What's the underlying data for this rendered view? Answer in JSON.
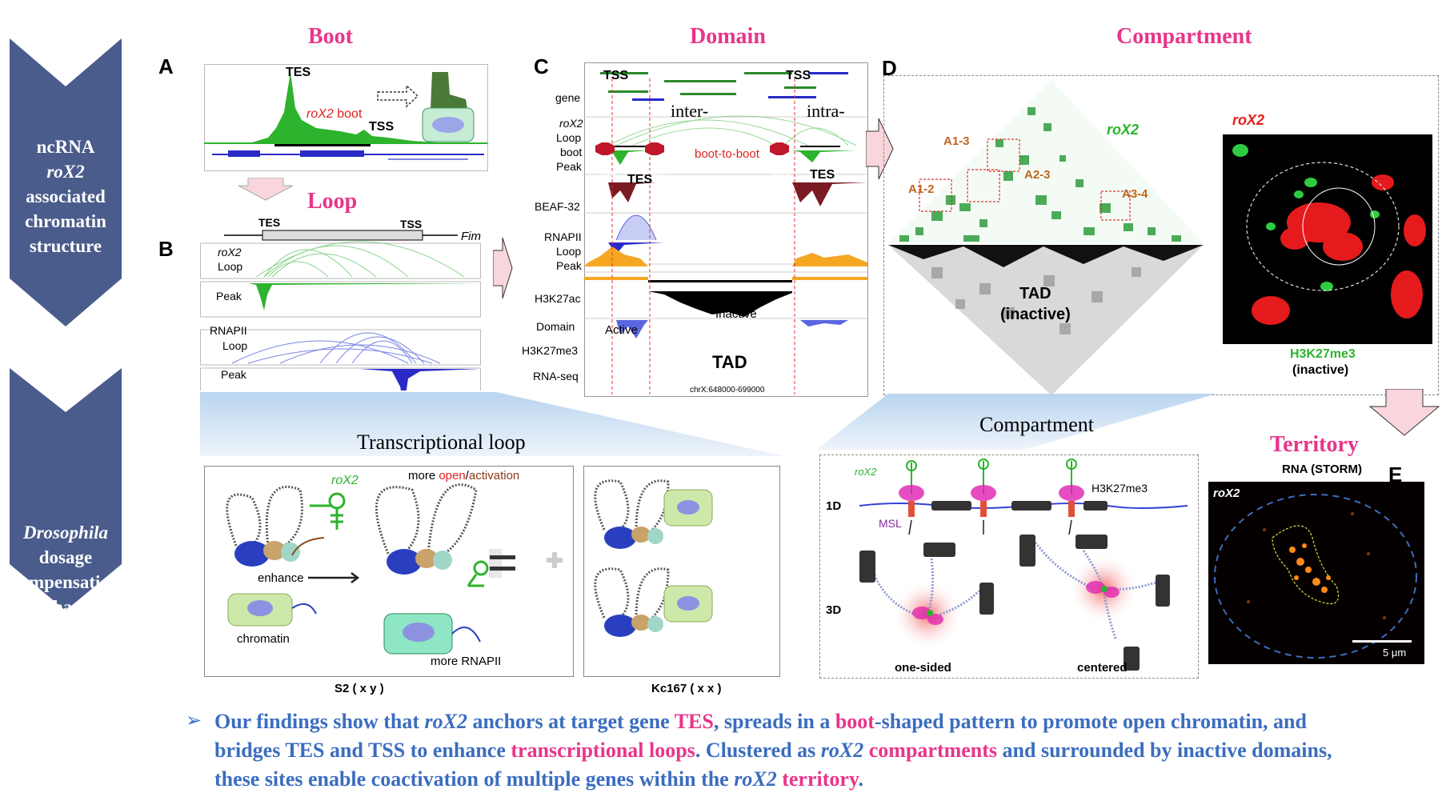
{
  "sidebar": {
    "top": [
      "ncRNA",
      "roX2",
      "associated",
      "chromatin",
      "structure"
    ],
    "bottom": [
      "Drosophila",
      "dosage",
      "compensation",
      "mechanism"
    ]
  },
  "sections": {
    "boot": "Boot",
    "domain": "Domain",
    "compartment": "Compartment",
    "loop": "Loop",
    "territory": "Territory"
  },
  "panels": {
    "a": "A",
    "b": "B",
    "c": "C",
    "d": "D",
    "e": "E"
  },
  "panelA": {
    "tes": "TES",
    "tss": "TSS",
    "rox2": "roX2",
    "boot": " boot"
  },
  "panelB": {
    "tes": "TES",
    "tss": "TSS",
    "fim": "Fim",
    "rox2": "roX2",
    "loop": "Loop",
    "peak": "Peak",
    "rnapii": "RNAPII",
    "loop2": "Loop",
    "peak2": "Peak"
  },
  "panelC": {
    "tss1": "TSS",
    "tss2": "TSS",
    "gene": "gene",
    "inter": "inter-",
    "intra": "intra-",
    "rox2": "roX2",
    "loop": "Loop",
    "boot": "boot",
    "peak": "Peak",
    "boot_to_boot": "boot-to-boot",
    "stop1": "STOP",
    "stop2": "STOP",
    "stop3": "STOP",
    "tes1": "TES",
    "tes2": "TES",
    "beaf": "BEAF-32",
    "rnapii": "RNAPII",
    "loop2": "Loop",
    "peak2": "Peak",
    "h3k27ac": "H3K27ac",
    "domain": "Domain",
    "active": "Active",
    "inactive": "Inactive",
    "h3k27me3": "H3K27me3",
    "tad": "TAD",
    "rnaseq": "RNA-seq",
    "coords": "chrX:648000-699000"
  },
  "panelD": {
    "rox2": "roX2",
    "a13": "A1-3",
    "a12": "A1-2",
    "a23": "A2-3",
    "a34": "A3-4",
    "tad": "TAD",
    "inactive": "(inactive)",
    "micro_rox2": "roX2",
    "micro_h3": "H3K27me3",
    "micro_inactive": "(inactive)"
  },
  "transcriptional": {
    "title": "Transcriptional loop",
    "rox2": "roX2",
    "more": "more ",
    "open": "open",
    "slash": "/",
    "activation": "activation",
    "enhance": "enhance",
    "chromatin": "chromatin",
    "more_rnapii": "more RNAPII",
    "s2": "S2 ( x y )",
    "kc": "Kc167 ( x x )"
  },
  "compartmentBox": {
    "title": "Compartment",
    "rox2": "roX2",
    "h3": "H3K27me3",
    "msl": "MSL",
    "oneD": "1D",
    "threeD": "3D",
    "one_sided": "one-sided",
    "centered": "centered"
  },
  "territoryBox": {
    "rna": "RNA (STORM)",
    "rox2": "roX2",
    "scale": "5 μm"
  },
  "summary": {
    "arrow": "➢",
    "s1": "Our findings show that ",
    "s2": "roX2",
    "s3": " anchors at target gene ",
    "s4": "TES",
    "s5": ", spreads in a ",
    "s6": "boot",
    "s7": "-shaped pattern to promote open chromatin, and bridges TES and TSS to enhance ",
    "s8": "transcriptional loops",
    "s9": ". Clustered as ",
    "s10": "roX2",
    "s11": " ",
    "s12": "compartments",
    "s13": " and surrounded by inactive domains, these sites enable coactivation of multiple genes within the ",
    "s14": "roX2",
    "s15": " ",
    "s16": "territory",
    "s17": "."
  },
  "colors": {
    "pink": "#e8358a",
    "green": "#2db32d",
    "blue": "#3140d6",
    "navy": "#4a5c8c",
    "summary_blue": "#3b6dbf",
    "orange": "#f5a623",
    "maroon": "#7a1a22"
  }
}
